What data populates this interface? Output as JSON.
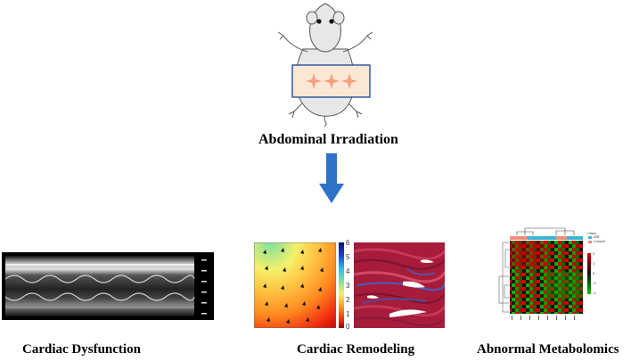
{
  "labels": {
    "top": "Abdominal Irradiation",
    "left": "Cardiac Dysfunction",
    "middle": "Cardiac Remodeling",
    "right": "Abnormal Metabolomics"
  },
  "colorbar_ticks": [
    "6",
    "5",
    "4",
    "3",
    "2",
    "1",
    "0"
  ],
  "heatmap_scale_ticks": [
    "2",
    "1",
    "0",
    "-1",
    "-2"
  ],
  "heatmap_legend": {
    "title": "Class",
    "items": [
      "AIR",
      "Control"
    ],
    "colors": [
      "#3ab6d4",
      "#f08a7a"
    ]
  },
  "colors": {
    "arrow": "#2f72c8",
    "irradiation_box": "#2a4ea0",
    "irradiation_fill": "#fbe7d6",
    "star": "#f4a07f",
    "heat_high": "#d40000",
    "heat_low": "#00b000"
  },
  "icons": [
    "mouse-icon",
    "down-arrow-icon",
    "star-icon"
  ]
}
